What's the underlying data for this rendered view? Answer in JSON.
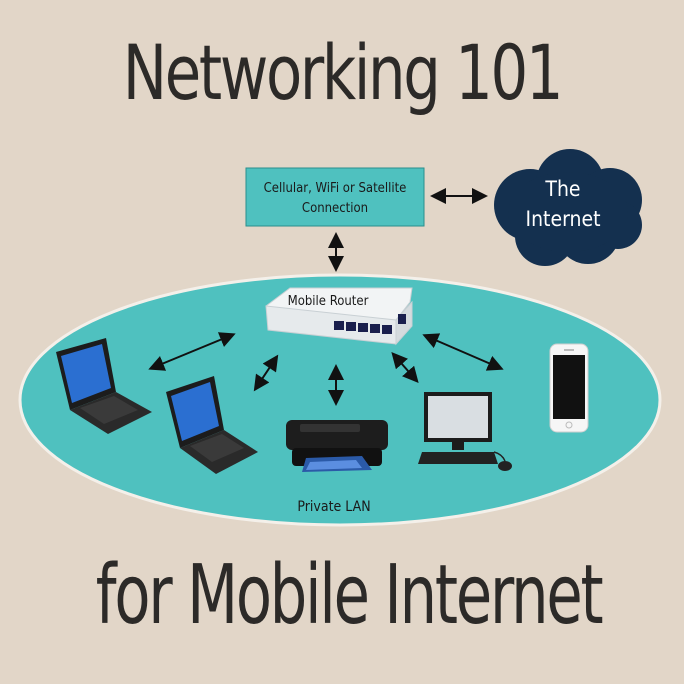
{
  "title_top": "Networking 101",
  "title_bottom": "for Mobile Internet",
  "connection_box": {
    "line1": "Cellular, WiFi or Satellite",
    "line2": "Connection"
  },
  "cloud": {
    "line1": "The",
    "line2": "Internet"
  },
  "router_label": "Mobile Router",
  "lan_label": "Private LAN",
  "colors": {
    "background": "#e2d6c8",
    "lan": "#4fc1bf",
    "box": "#4fc1bf",
    "cloud": "#14304f",
    "text": "#2c2a28"
  },
  "devices": [
    "laptop",
    "laptop",
    "printer",
    "desktop",
    "phone"
  ]
}
